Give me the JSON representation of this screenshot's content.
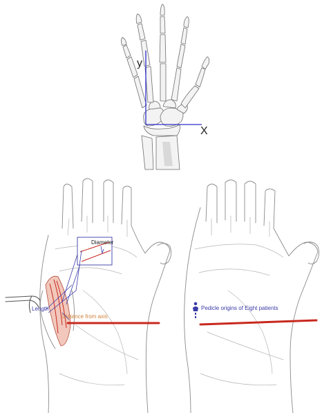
{
  "hand_xray": {
    "axis_y_label": "y",
    "axis_x_label": "X",
    "axis_color": "#2e2ec8"
  },
  "left_hand": {
    "diameter_label": "Diameter",
    "length_label": "Length",
    "distance_label": "Distance from axis",
    "annotation_color": "#3a3aa8",
    "distance_color": "#d0823a",
    "reference_line_color": "#c8281e"
  },
  "right_hand": {
    "legend_label": "Pedicle origins of Eight patients",
    "marker_icon": "pin-marker-icon",
    "reference_line_color": "#c8281e"
  }
}
